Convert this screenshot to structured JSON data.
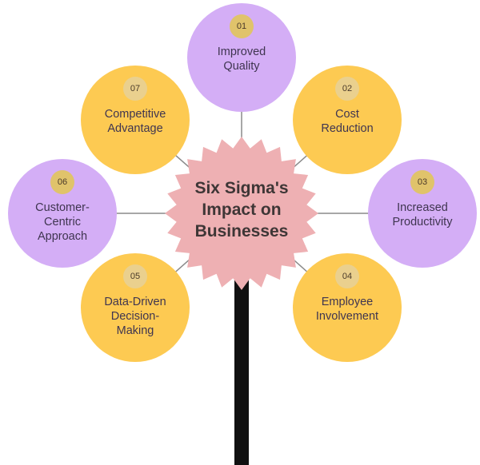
{
  "center": {
    "title": "Six Sigma's\nImpact on\nBusinesses"
  },
  "colors": {
    "purple": "#d4aef6",
    "yellow": "#fdca52",
    "star": "#eeb0b3",
    "stem": "#111111",
    "connector": "#8a8a8a"
  },
  "nodes": [
    {
      "number": "01",
      "label": "Improved\nQuality",
      "color": "purple"
    },
    {
      "number": "02",
      "label": "Cost\nReduction",
      "color": "yellow"
    },
    {
      "number": "03",
      "label": "Increased\nProductivity",
      "color": "purple"
    },
    {
      "number": "04",
      "label": "Employee\nInvolvement",
      "color": "yellow"
    },
    {
      "number": "05",
      "label": "Data-Driven\nDecision-\nMaking",
      "color": "yellow"
    },
    {
      "number": "06",
      "label": "Customer-\nCentric\nApproach",
      "color": "purple"
    },
    {
      "number": "07",
      "label": "Competitive\nAdvantage",
      "color": "yellow"
    }
  ]
}
